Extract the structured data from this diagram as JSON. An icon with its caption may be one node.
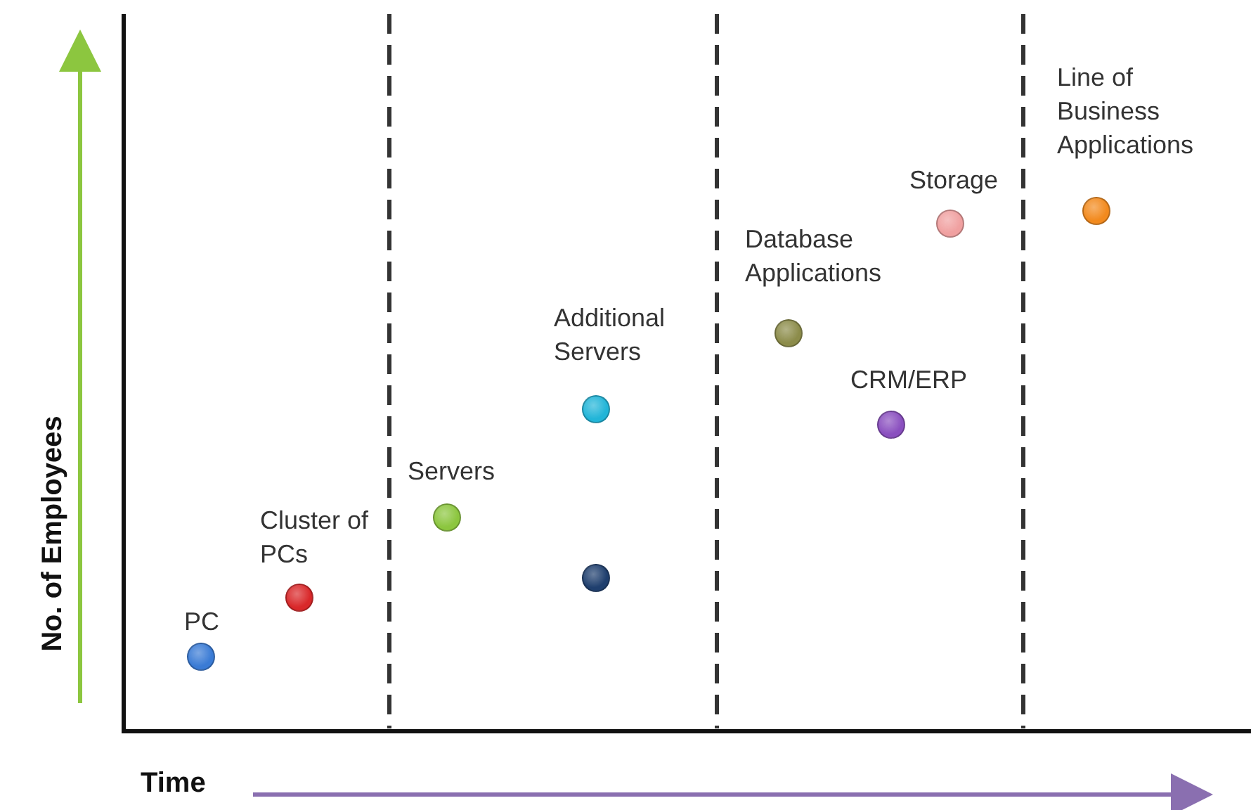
{
  "diagram": {
    "nodes": [
      {
        "text": [],
        "shape": "circle",
        "beside": [
          "PC"
        ]
      },
      {
        "text": [],
        "shape": "circle",
        "beside": [
          "Cluster of PCs"
        ]
      },
      {
        "text": [],
        "shape": "circle",
        "beside": [
          "Servers"
        ]
      },
      {
        "text": [],
        "shape": "circle",
        "beside": [
          "Additional Servers"
        ]
      },
      {
        "text": [],
        "shape": "circle"
      },
      {
        "text": [],
        "shape": "circle",
        "beside": [
          "Database Applications"
        ]
      },
      {
        "text": [],
        "shape": "circle",
        "beside": [
          "CRM/ERP"
        ]
      },
      {
        "text": [],
        "shape": "circle",
        "beside": [
          "Storage"
        ]
      },
      {
        "text": [],
        "shape": "circle",
        "beside": [
          "Line of Business Applications"
        ]
      }
    ],
    "labels": [
      "No. of Employees",
      "Time"
    ]
  }
}
